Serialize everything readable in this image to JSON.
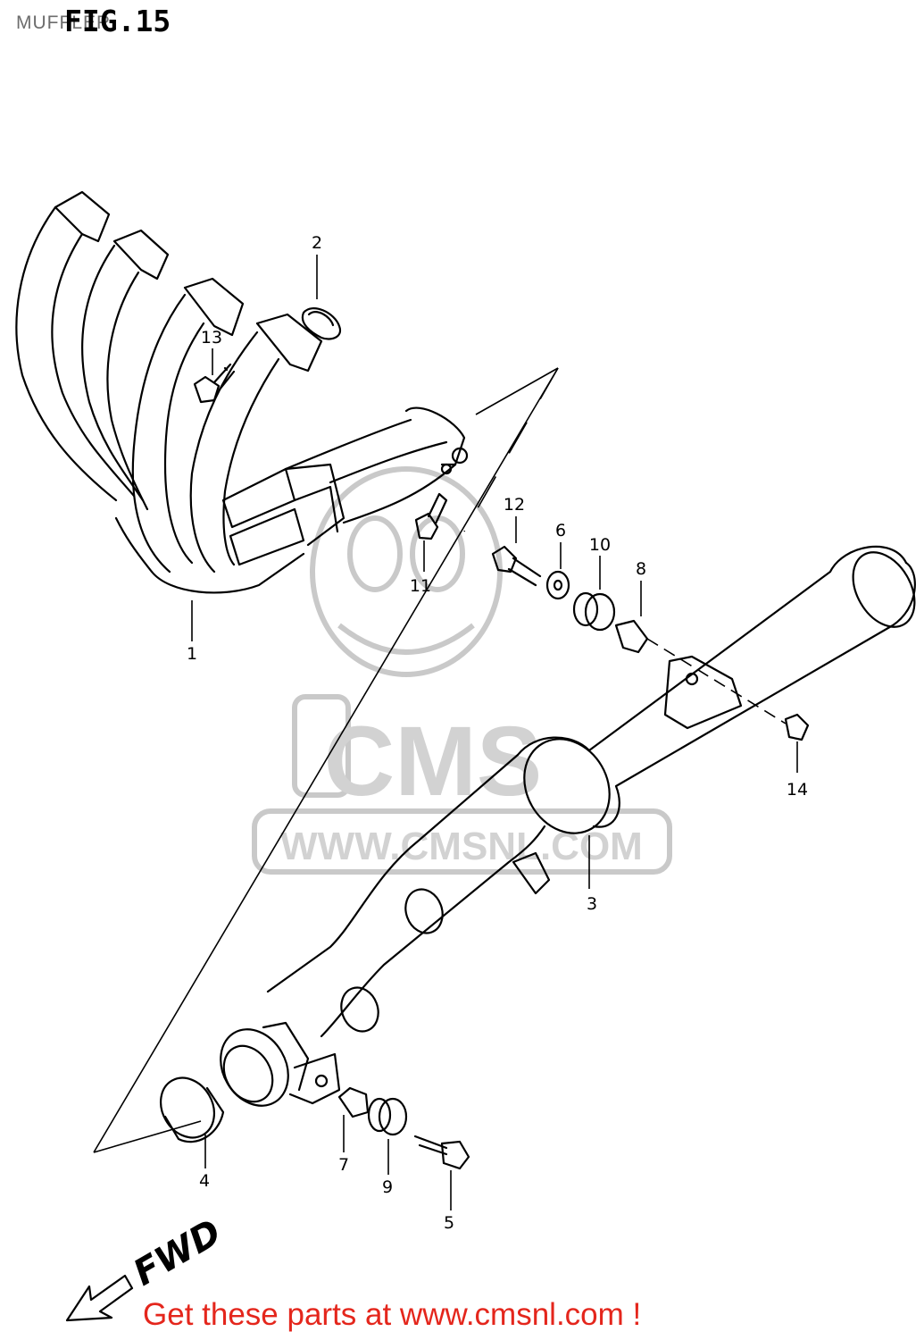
{
  "header": {
    "title": "MUFFLER",
    "figure": "FIG.15"
  },
  "callouts": [
    {
      "id": "c1",
      "label": "1"
    },
    {
      "id": "c2",
      "label": "2"
    },
    {
      "id": "c3",
      "label": "3"
    },
    {
      "id": "c4",
      "label": "4"
    },
    {
      "id": "c5",
      "label": "5"
    },
    {
      "id": "c6",
      "label": "6"
    },
    {
      "id": "c7",
      "label": "7"
    },
    {
      "id": "c8",
      "label": "8"
    },
    {
      "id": "c9",
      "label": "9"
    },
    {
      "id": "c10",
      "label": "10"
    },
    {
      "id": "c11",
      "label": "11"
    },
    {
      "id": "c12",
      "label": "12"
    },
    {
      "id": "c13",
      "label": "13"
    },
    {
      "id": "c14",
      "label": "14"
    }
  ],
  "direction_label": "FWD",
  "watermark": {
    "logo": "CMS",
    "url": "WWW.CMSNL.COM"
  },
  "footer": {
    "text": "Get these parts at www.cmsnl.com !"
  },
  "colors": {
    "line": "#000000",
    "footer": "#e4261c",
    "watermark": "#d2d2d2",
    "header_title": "#6d6d6d"
  }
}
